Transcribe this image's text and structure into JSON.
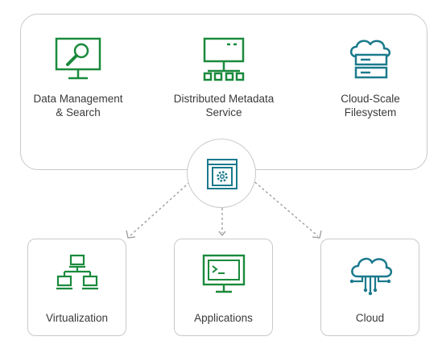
{
  "platform": {
    "features": [
      {
        "label": "Data Management\n& Search",
        "icon": "monitor-magnifier-icon",
        "color": "#1a8a3c"
      },
      {
        "label": "Distributed Metadata\nService",
        "icon": "distributed-nodes-icon",
        "color": "#1a8a3c"
      },
      {
        "label": "Cloud-Scale\nFilesystem",
        "icon": "cloud-server-icon",
        "color": "#1b7a8c"
      }
    ],
    "hub_icon": "gear-window-icon"
  },
  "targets": [
    {
      "label": "Virtualization",
      "icon": "network-computers-icon",
      "color": "#1a8a3c"
    },
    {
      "label": "Applications",
      "icon": "terminal-monitor-icon",
      "color": "#1a8a3c"
    },
    {
      "label": "Cloud",
      "icon": "cloud-connect-icon",
      "color": "#1b7a8c"
    }
  ],
  "colors": {
    "green": "#1a8a3c",
    "teal": "#1b7a8c",
    "border": "#c9c9c9",
    "connector": "#9a9a9a"
  }
}
